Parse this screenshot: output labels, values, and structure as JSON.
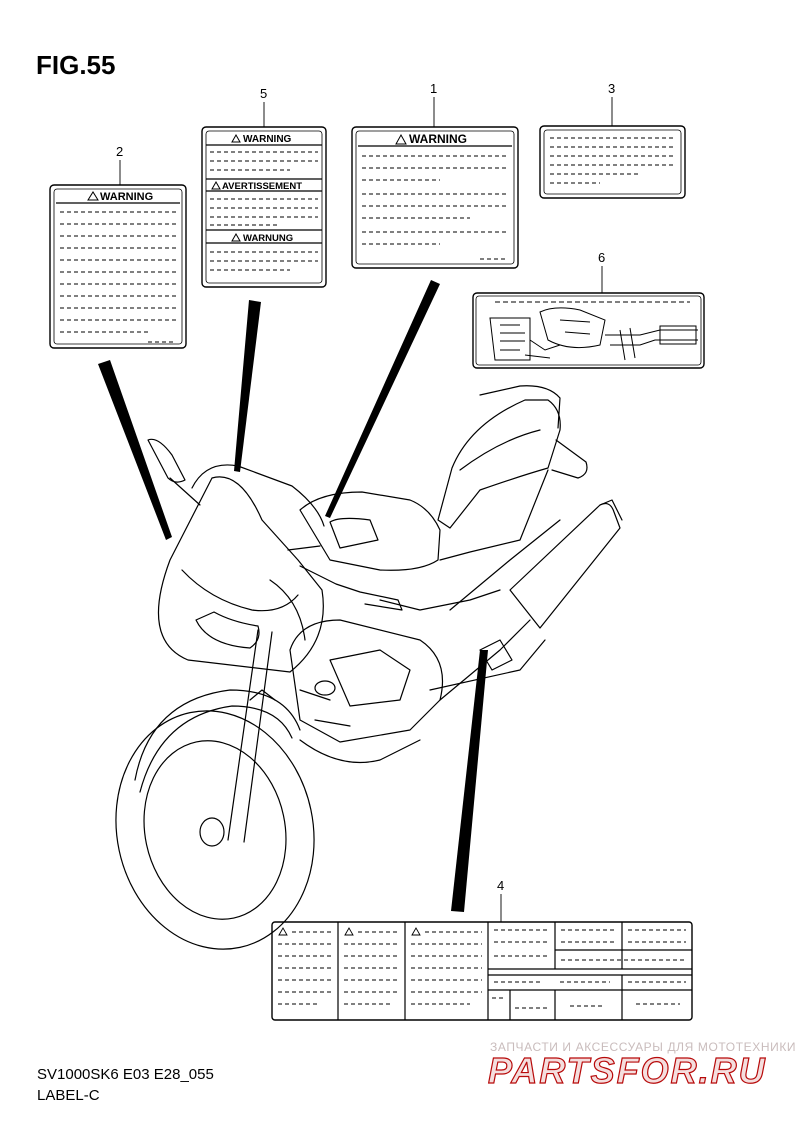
{
  "figure": {
    "title": "FIG.55",
    "code": "SV1000SK6 E03 E28_055",
    "section": "LABEL-C"
  },
  "callouts": [
    "1",
    "2",
    "3",
    "4",
    "5",
    "6"
  ],
  "labels": {
    "label1_heading": "WARNING",
    "label2_heading": "WARNING",
    "label5_heading_en": "WARNING",
    "label5_heading_fr": "AVERTISSEMENT",
    "label5_heading_de": "WARNUNG"
  },
  "watermark": {
    "subtitle": "ЗАПЧАСТИ И АКСЕССУАРЫ ДЛЯ МОТОТЕХНИКИ",
    "logo": "PARTSFOR.RU"
  },
  "colors": {
    "line": "#000000",
    "watermark_red": "#b70a0a"
  }
}
